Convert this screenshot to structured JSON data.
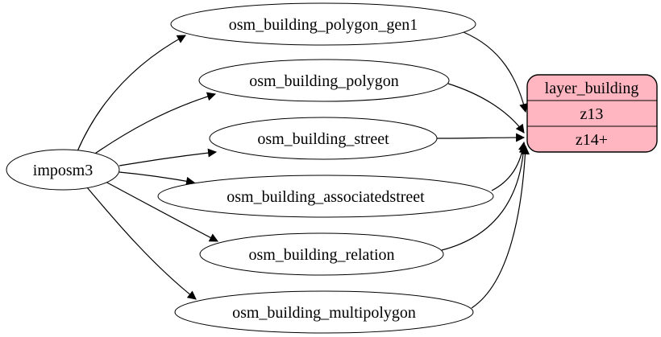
{
  "diagram": {
    "kind": "etl-graph",
    "background_color": "#ffffff",
    "edge_color": "#000000",
    "table_node_fill": "#ffffff",
    "table_node_stroke": "#000000",
    "source": {
      "label": "imposm3"
    },
    "tables": [
      {
        "label": "osm_building_polygon_gen1"
      },
      {
        "label": "osm_building_polygon"
      },
      {
        "label": "osm_building_street"
      },
      {
        "label": "osm_building_associatedstreet"
      },
      {
        "label": "osm_building_relation"
      },
      {
        "label": "osm_building_multipolygon"
      }
    ],
    "layer": {
      "title": "layer_building",
      "rows": [
        "z13",
        "z14+"
      ],
      "fill": "#ffb6c1"
    },
    "edges": [
      {
        "from": "imposm3",
        "to": "osm_building_polygon_gen1"
      },
      {
        "from": "imposm3",
        "to": "osm_building_polygon"
      },
      {
        "from": "imposm3",
        "to": "osm_building_street"
      },
      {
        "from": "imposm3",
        "to": "osm_building_associatedstreet"
      },
      {
        "from": "imposm3",
        "to": "osm_building_relation"
      },
      {
        "from": "imposm3",
        "to": "osm_building_multipolygon"
      },
      {
        "from": "osm_building_polygon_gen1",
        "to": "layer_building.z13"
      },
      {
        "from": "osm_building_polygon",
        "to": "layer_building.z14+"
      },
      {
        "from": "osm_building_street",
        "to": "layer_building.z14+"
      },
      {
        "from": "osm_building_associatedstreet",
        "to": "layer_building.z14+"
      },
      {
        "from": "osm_building_relation",
        "to": "layer_building.z14+"
      },
      {
        "from": "osm_building_multipolygon",
        "to": "layer_building.z14+"
      }
    ]
  }
}
